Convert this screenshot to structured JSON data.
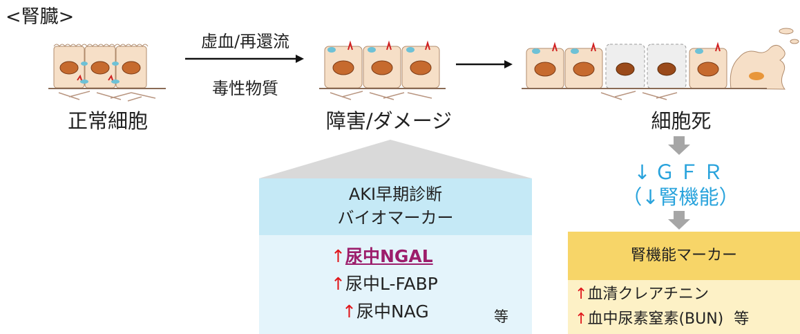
{
  "title": "<腎臓>",
  "stages": {
    "normal": "正常細胞",
    "damage": "障害/ダメージ",
    "death": "細胞死"
  },
  "arrow1": {
    "top": "虚血/再還流",
    "bottom": "毒性物質"
  },
  "aki": {
    "header_line1": "AKI早期診断",
    "header_line2": "バイオマーカー",
    "items": [
      {
        "arrow": "↑",
        "text": "尿中NGAL"
      },
      {
        "arrow": "↑",
        "text": "尿中L-FABP"
      },
      {
        "arrow": "↑",
        "text": "尿中NAG"
      }
    ],
    "etc": "等"
  },
  "gfr": {
    "line1": "↓ＧＦＲ",
    "line2": "（↓腎機能）"
  },
  "renal": {
    "header": "腎機能マーカー",
    "items": [
      {
        "arrow": "↑",
        "text": "血清クレアチニン"
      },
      {
        "arrow": "↑",
        "text": "血中尿素窒素(BUN)"
      }
    ],
    "etc": "等"
  },
  "colors": {
    "blue_text": "#29a3dc",
    "red_arrow": "#e0161b",
    "ngal": "#9c1d6b",
    "aki_head": "#c5e9f6",
    "marker_head": "#f7d568"
  }
}
